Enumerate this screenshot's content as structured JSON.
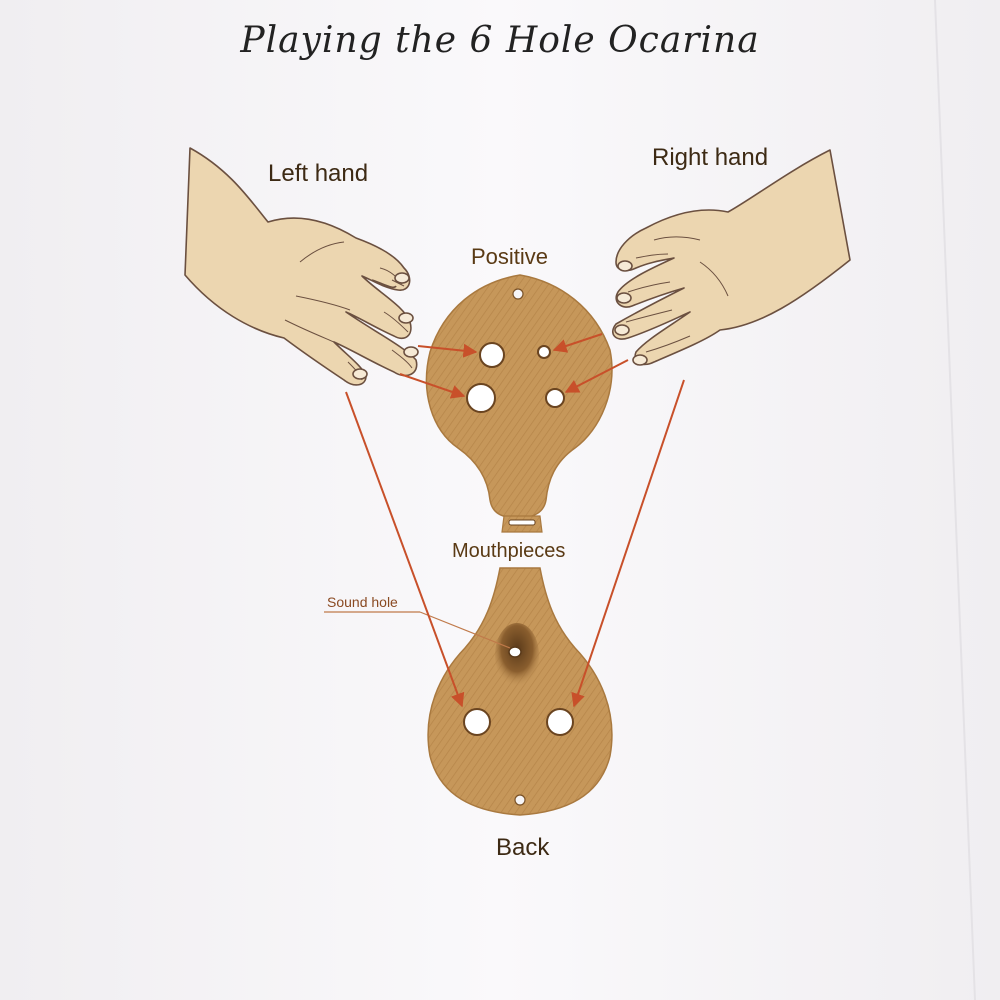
{
  "title": "Playing the 6 Hole Ocarina",
  "labels": {
    "left_hand": "Left hand",
    "right_hand": "Right hand",
    "positive": "Positive",
    "mouthpieces": "Mouthpieces",
    "sound_hole": "Sound hole",
    "back": "Back"
  },
  "colors": {
    "paper": "#f6f5f7",
    "skin": "#ecd6b0",
    "skin_outline": "#6b5040",
    "ocarina": "#c6975a",
    "arrow": "#c8502a"
  },
  "icons": [
    "left-hand-icon",
    "right-hand-icon",
    "ocarina-front-icon",
    "ocarina-back-icon"
  ]
}
